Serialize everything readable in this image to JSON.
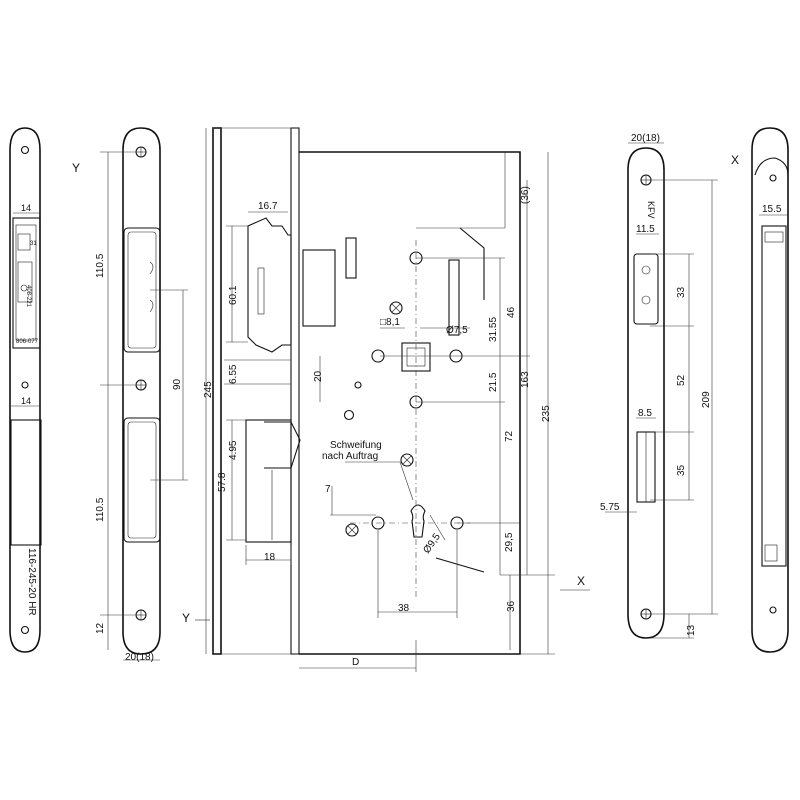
{
  "axis_labels": {
    "y_left": "Y",
    "x_right": "X",
    "y_bottom": "Y",
    "x_mid": "X"
  },
  "faceplate_left": {
    "dim_width_top": "14",
    "dim_width_mid": "14",
    "part_number": "116-245-20 HR",
    "label_a": "31",
    "label_b": "408-221",
    "label_c": "806-077"
  },
  "faceplate_front": {
    "dim_top": "110.5",
    "dim_bottom": "110.5",
    "dim_end": "12",
    "dim_width": "20(18)",
    "dim_90": "90"
  },
  "side_view": {
    "dim_16_7": "16.7",
    "dim_60_1": "60.1",
    "dim_6_55": "6.55",
    "dim_245": "245",
    "dim_20": "20",
    "dim_4_95": "4.95",
    "dim_57_8": "57.8",
    "dim_18": "18"
  },
  "lock_body": {
    "dim_36_top": "(36)",
    "dim_8_1": "□8,1",
    "dim_7_5": "Ø7,5",
    "dim_46": "46",
    "dim_31_55": "31.55",
    "dim_21_5": "21.5",
    "dim_163": "163",
    "dim_235": "235",
    "dim_72": "72",
    "dim_29_5": "29,5",
    "dim_9_5": "Ø9,5",
    "dim_7": "7",
    "dim_38": "38",
    "dim_36_bottom": "36",
    "dim_D": "D",
    "note_line1": "Schweifung",
    "note_line2": "nach Auftrag"
  },
  "strike_plate": {
    "dim_width": "20(18)",
    "logo": "KFV",
    "dim_11_5": "11.5",
    "dim_33": "33",
    "dim_52": "52",
    "dim_209": "209",
    "dim_8_5": "8.5",
    "dim_35": "35",
    "dim_5_75": "5.75",
    "dim_13": "13"
  },
  "strike_side": {
    "dim_15_5": "15.5"
  }
}
